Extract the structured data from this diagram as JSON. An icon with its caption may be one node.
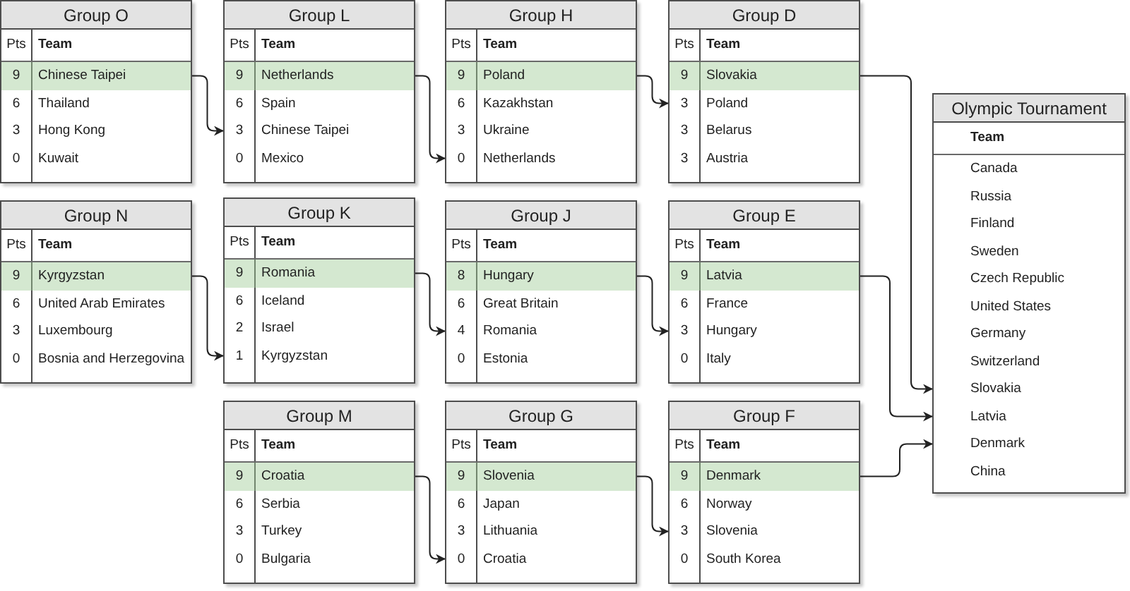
{
  "diagram": {
    "nodes": [
      {
        "text": [
          "Group O",
          "Pts",
          "Team"
        ]
      },
      {
        "text": [
          "9",
          "Chinese Taipei"
        ],
        "in": 0
      },
      {
        "text": [
          "6",
          "Thailand"
        ],
        "in": 0
      },
      {
        "text": [
          "3",
          "Hong Kong"
        ],
        "in": 0
      },
      {
        "text": [
          "0",
          "Kuwait"
        ],
        "in": 0
      },
      {
        "text": [
          "Group L",
          "Pts",
          "Team"
        ]
      },
      {
        "text": [
          "9",
          "Netherlands"
        ],
        "in": 5
      },
      {
        "text": [
          "6",
          "Spain"
        ],
        "in": 5
      },
      {
        "text": [
          "3",
          "Chinese Taipei"
        ],
        "in": 5
      },
      {
        "text": [
          "0",
          "Mexico"
        ],
        "in": 5
      },
      {
        "text": [
          "Group H",
          "Pts",
          "Team"
        ]
      },
      {
        "text": [
          "9",
          "Poland"
        ],
        "in": 10
      },
      {
        "text": [
          "6",
          "Kazakhstan"
        ],
        "in": 10
      },
      {
        "text": [
          "3",
          "Ukraine"
        ],
        "in": 10
      },
      {
        "text": [
          "0",
          "Netherlands"
        ],
        "in": 10
      },
      {
        "text": [
          "Group D",
          "Pts",
          "Team"
        ]
      },
      {
        "text": [
          "9",
          "Slovakia"
        ],
        "in": 15
      },
      {
        "text": [
          "3",
          "Poland"
        ],
        "in": 15
      },
      {
        "text": [
          "3",
          "Belarus"
        ],
        "in": 15
      },
      {
        "text": [
          "3",
          "Austria"
        ],
        "in": 15
      },
      {
        "text": [
          "Group N",
          "Pts",
          "Team"
        ]
      },
      {
        "text": [
          "9",
          "Kyrgyzstan"
        ],
        "in": 20
      },
      {
        "text": [
          "6",
          "United Arab Emirates"
        ],
        "in": 20
      },
      {
        "text": [
          "3",
          "Luxembourg"
        ],
        "in": 20
      },
      {
        "text": [
          "0",
          "Bosnia and Herzegovina"
        ],
        "in": 20
      },
      {
        "text": [
          "Group K",
          "Pts",
          "Team"
        ]
      },
      {
        "text": [
          "9",
          "Romania"
        ],
        "in": 25
      },
      {
        "text": [
          "6",
          "Iceland"
        ],
        "in": 25
      },
      {
        "text": [
          "2",
          "Israel"
        ],
        "in": 25
      },
      {
        "text": [
          "1",
          "Kyrgyzstan"
        ],
        "in": 25
      },
      {
        "text": [
          "Group J",
          "Pts",
          "Team"
        ]
      },
      {
        "text": [
          "8",
          "Hungary"
        ],
        "in": 30
      },
      {
        "text": [
          "6",
          "Great Britain"
        ],
        "in": 30
      },
      {
        "text": [
          "4",
          "Romania"
        ],
        "in": 30
      },
      {
        "text": [
          "0",
          "Estonia"
        ],
        "in": 30
      },
      {
        "text": [
          "Group E",
          "Pts",
          "Team"
        ]
      },
      {
        "text": [
          "9",
          "Latvia"
        ],
        "in": 35
      },
      {
        "text": [
          "6",
          "France"
        ],
        "in": 35
      },
      {
        "text": [
          "3",
          "Hungary"
        ],
        "in": 35
      },
      {
        "text": [
          "0",
          "Italy"
        ],
        "in": 35
      },
      {
        "text": [
          "Group M",
          "Pts",
          "Team"
        ]
      },
      {
        "text": [
          "9",
          "Croatia"
        ],
        "in": 40
      },
      {
        "text": [
          "6",
          "Serbia"
        ],
        "in": 40
      },
      {
        "text": [
          "3",
          "Turkey"
        ],
        "in": 40
      },
      {
        "text": [
          "0",
          "Bulgaria"
        ],
        "in": 40
      },
      {
        "text": [
          "Group G",
          "Pts",
          "Team"
        ]
      },
      {
        "text": [
          "9",
          "Slovenia"
        ],
        "in": 45
      },
      {
        "text": [
          "6",
          "Japan"
        ],
        "in": 45
      },
      {
        "text": [
          "3",
          "Lithuania"
        ],
        "in": 45
      },
      {
        "text": [
          "0",
          "Croatia"
        ],
        "in": 45
      },
      {
        "text": [
          "Group F",
          "Pts",
          "Team"
        ]
      },
      {
        "text": [
          "9",
          "Denmark"
        ],
        "in": 50
      },
      {
        "text": [
          "6",
          "Norway"
        ],
        "in": 50
      },
      {
        "text": [
          "3",
          "Slovenia"
        ],
        "in": 50
      },
      {
        "text": [
          "0",
          "South Korea"
        ],
        "in": 50
      },
      {
        "text": [
          "Olympic Tournament",
          "Team"
        ]
      },
      {
        "text": [
          "Canada"
        ],
        "in": 55
      },
      {
        "text": [
          "Russia"
        ],
        "in": 55
      },
      {
        "text": [
          "Finland"
        ],
        "in": 55
      },
      {
        "text": [
          "Sweden"
        ],
        "in": 55
      },
      {
        "text": [
          "Czech Republic"
        ],
        "in": 55
      },
      {
        "text": [
          "United States"
        ],
        "in": 55
      },
      {
        "text": [
          "Germany"
        ],
        "in": 55
      },
      {
        "text": [
          "Switzerland"
        ],
        "in": 55
      },
      {
        "text": [
          "Slovakia"
        ],
        "in": 55
      },
      {
        "text": [
          "Latvia"
        ],
        "in": 55
      },
      {
        "text": [
          "Denmark"
        ],
        "in": 55
      },
      {
        "text": [
          "China"
        ],
        "in": 55
      }
    ],
    "edges": [
      {
        "from": 1,
        "to": 8,
        "arrow": "to"
      },
      {
        "from": 6,
        "to": 14,
        "arrow": "to"
      },
      {
        "from": 11,
        "to": 17,
        "arrow": "to"
      },
      {
        "from": 16,
        "to": 64,
        "arrow": "to"
      },
      {
        "from": 21,
        "to": 29,
        "arrow": "to"
      },
      {
        "from": 26,
        "to": 33,
        "arrow": "to"
      },
      {
        "from": 31,
        "to": 38,
        "arrow": "to"
      },
      {
        "from": 36,
        "to": 65,
        "arrow": "to"
      },
      {
        "from": 41,
        "to": 49,
        "arrow": "to"
      },
      {
        "from": 46,
        "to": 53,
        "arrow": "to"
      },
      {
        "from": 51,
        "to": 66,
        "arrow": "to"
      }
    ]
  }
}
